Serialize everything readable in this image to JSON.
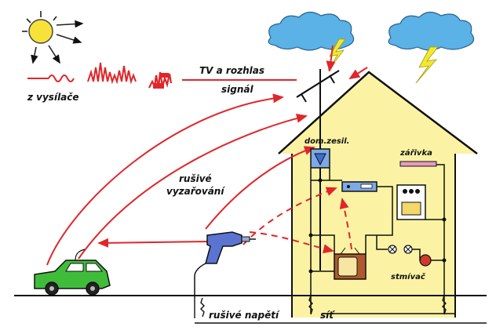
{
  "labels": {
    "source": "z vysílače",
    "tv_radio": "TV a rozhlas",
    "signal": "signál",
    "interference_radiation_1": "rušivé",
    "interference_radiation_2": "vyzařování",
    "home_amplifier": "dom.zesil.",
    "fluorescent_lamp": "zářivka",
    "dimmer": "stmívač",
    "interference_voltage": "rušivé napětí",
    "mains": "síť"
  },
  "colors": {
    "interference_red": "#e0262a",
    "house_fill": "#fbf3a3",
    "wire_black": "#111111",
    "sun_yellow": "#f7e23a",
    "cloud_blue": "#5ab2e6",
    "lightning_yellow": "#f2e92c",
    "car_green": "#3fbd3a",
    "drill_blue": "#5b74d1",
    "amplifier_blue": "#3a6fd1",
    "tv_brown": "#b0582e",
    "lamp_pink": "#e79ac6",
    "dimmer_red": "#d03a2c"
  },
  "icons": [
    "sun-icon",
    "cloud-icon",
    "lightning-icon",
    "antenna-icon",
    "car-icon",
    "drill-icon",
    "tv-icon",
    "stove-icon",
    "radio-icon",
    "amplifier-icon",
    "bulb-icon"
  ]
}
